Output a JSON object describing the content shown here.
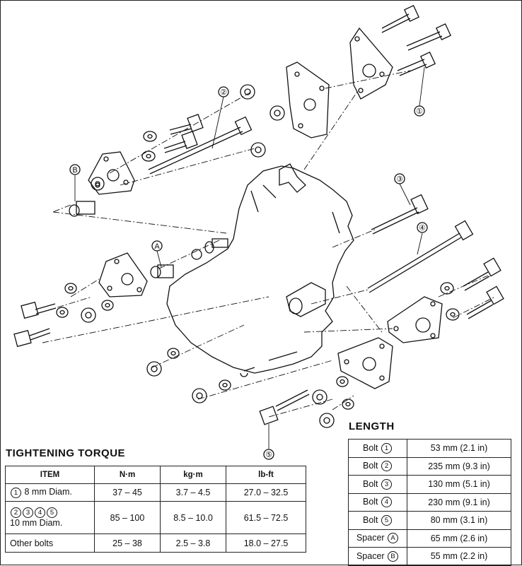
{
  "callouts": {
    "b1": "①",
    "b2": "②",
    "b3": "③",
    "b4": "④",
    "b5": "⑤",
    "sA": "A",
    "sB": "B"
  },
  "torque": {
    "title": "TIGHTENING TORQUE",
    "headers": [
      "ITEM",
      "N·m",
      "kg·m",
      "lb-ft"
    ],
    "rows": [
      {
        "circles": [
          "1"
        ],
        "desc": "8 mm Diam.",
        "nm": "37 – 45",
        "kgm": "3.7 – 4.5",
        "lbft": "27.0 – 32.5"
      },
      {
        "circles": [
          "2",
          "3",
          "4",
          "5"
        ],
        "desc": "10 mm Diam.",
        "nm": "85 – 100",
        "kgm": "8.5 – 10.0",
        "lbft": "61.5 – 72.5"
      },
      {
        "circles": [],
        "desc": "Other bolts",
        "nm": "25 – 38",
        "kgm": "2.5 – 3.8",
        "lbft": "18.0 – 27.5"
      }
    ]
  },
  "length": {
    "title": "LENGTH",
    "rows": [
      {
        "label": "Bolt",
        "mark": "1",
        "value": "53 mm (2.1 in)"
      },
      {
        "label": "Bolt",
        "mark": "2",
        "value": "235 mm (9.3 in)"
      },
      {
        "label": "Bolt",
        "mark": "3",
        "value": "130 mm (5.1 in)"
      },
      {
        "label": "Bolt",
        "mark": "4",
        "value": "230 mm (9.1 in)"
      },
      {
        "label": "Bolt",
        "mark": "5",
        "value": "80 mm (3.1 in)"
      },
      {
        "label": "Spacer",
        "mark": "A",
        "value": "65 mm (2.6 in)"
      },
      {
        "label": "Spacer",
        "mark": "B",
        "value": "55 mm (2.2 in)"
      }
    ]
  }
}
